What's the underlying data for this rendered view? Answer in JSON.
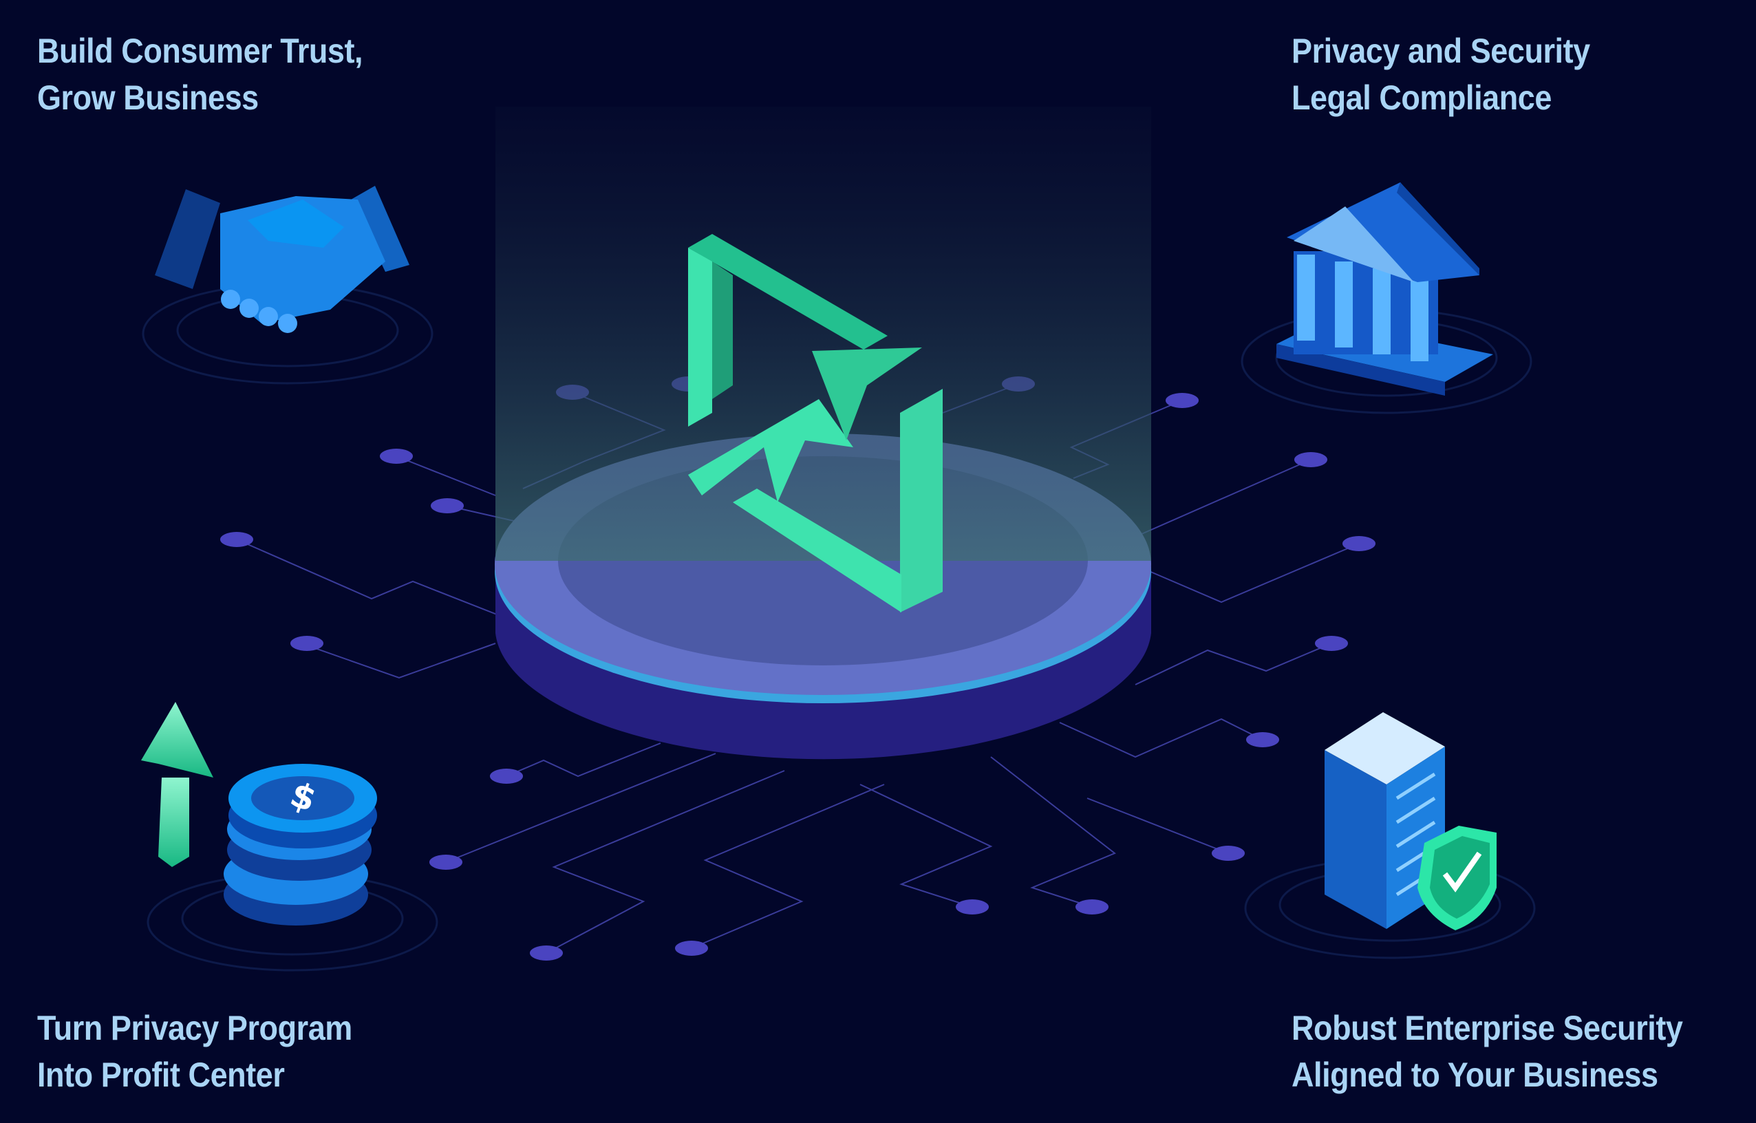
{
  "features": [
    {
      "id": "trust",
      "lines": [
        "Build Consumer Trust,",
        "Grow Business"
      ],
      "icon": "handshake-icon"
    },
    {
      "id": "compliance",
      "lines": [
        "Privacy and Security",
        "Legal Compliance"
      ],
      "icon": "government-building-icon"
    },
    {
      "id": "profit",
      "lines": [
        "Turn Privacy Program",
        "Into Profit Center"
      ],
      "icon": "coins-growth-icon"
    },
    {
      "id": "security",
      "lines": [
        "Robust Enterprise Security",
        "Aligned to Your Business"
      ],
      "icon": "server-shield-icon"
    }
  ],
  "colors": {
    "background": "#02062a",
    "text": "#a9d4f5",
    "accent_green": "#3de8b0",
    "platform": "#5f6fc9",
    "node": "#4a44c0"
  }
}
